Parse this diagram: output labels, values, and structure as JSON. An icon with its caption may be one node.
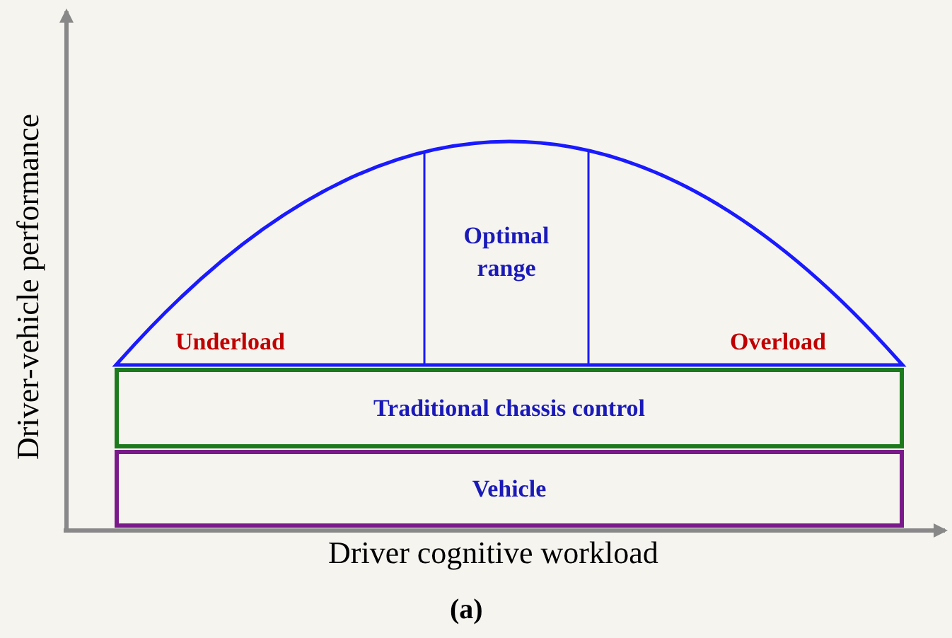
{
  "diagram": {
    "caption": "(a)",
    "nodes": [
      {
        "text": [
          "Traditional chassis control"
        ]
      },
      {
        "text": [
          "Vehicle"
        ]
      }
    ],
    "edges": [],
    "labels": [
      "Driver-vehicle performance",
      "Optimal range",
      "Underload",
      "Overload",
      "Driver cognitive workload"
    ]
  }
}
